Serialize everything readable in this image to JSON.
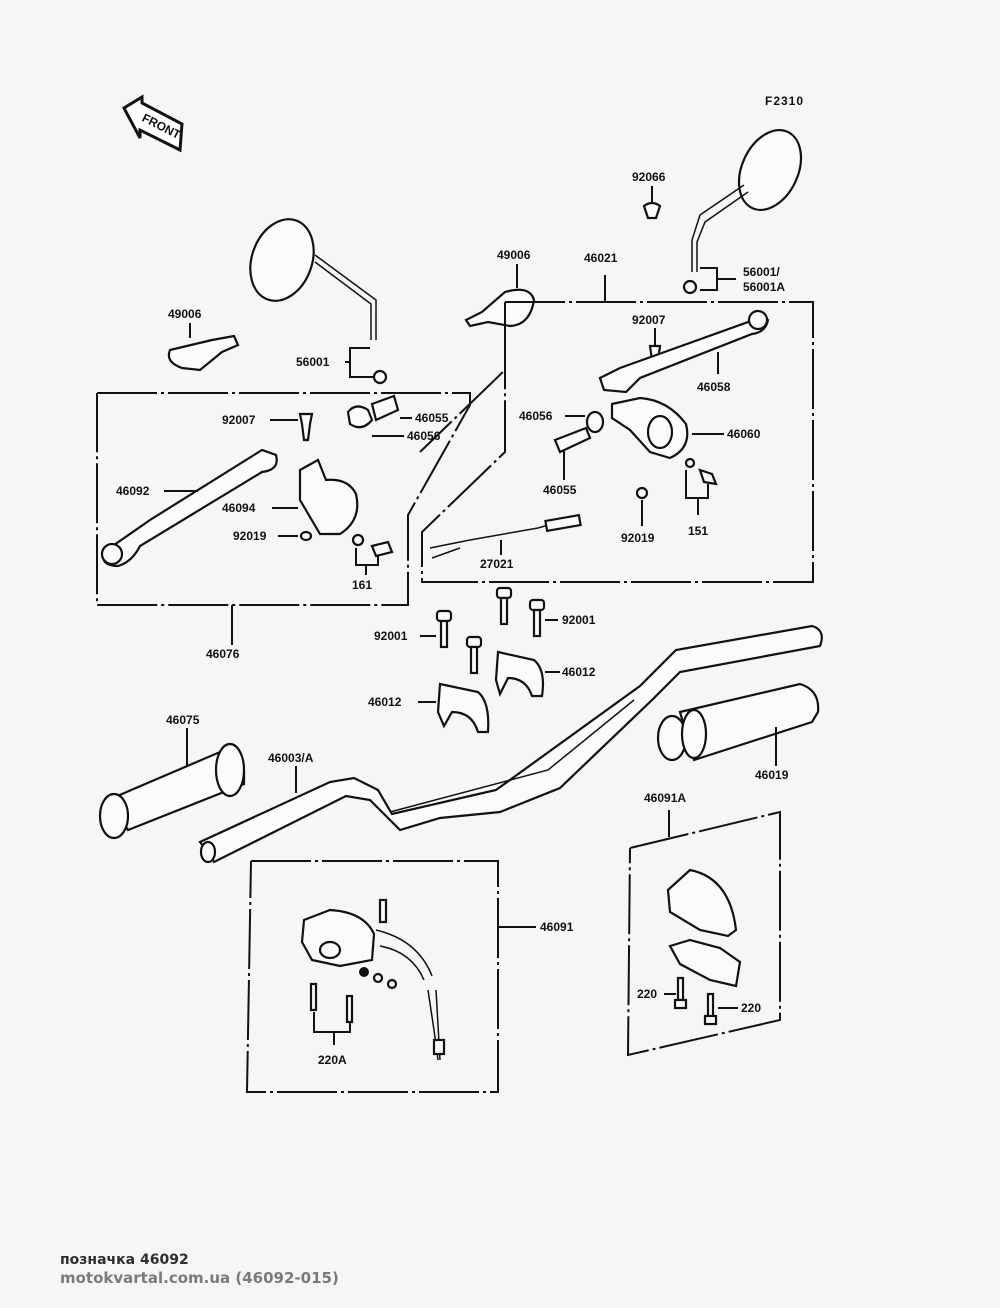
{
  "diagram": {
    "code": "F2310",
    "front_label": "FRONT",
    "labels": {
      "p92066": "92066",
      "p56001_56001A_a": "56001/",
      "p56001_56001A_b": "56001A",
      "p49006_left": "49006",
      "p49006_right": "49006",
      "p46021": "46021",
      "p56001": "56001",
      "p92007_left": "92007",
      "p92007_right": "92007",
      "p46058": "46058",
      "p46055_left": "46055",
      "p46056_left": "46056",
      "p46056_right": "46056",
      "p46060": "46060",
      "p46092": "46092",
      "p46094": "46094",
      "p46055_right": "46055",
      "p92019_left": "92019",
      "p92019_right": "92019",
      "p151_right": "151",
      "p161_left": "161",
      "p27021": "27021",
      "p46076": "46076",
      "p92001_left": "92001",
      "p92001_right": "92001",
      "p46012_right": "46012",
      "p46012_left": "46012",
      "p46075": "46075",
      "p46003A": "46003/A",
      "p46019": "46019",
      "p46091A": "46091A",
      "p46091": "46091",
      "p220_left": "220",
      "p220_right": "220",
      "p220A": "220A"
    }
  },
  "caption": {
    "designation": "позначка 46092",
    "source": "motokvartal.com.ua (46092-015)"
  }
}
